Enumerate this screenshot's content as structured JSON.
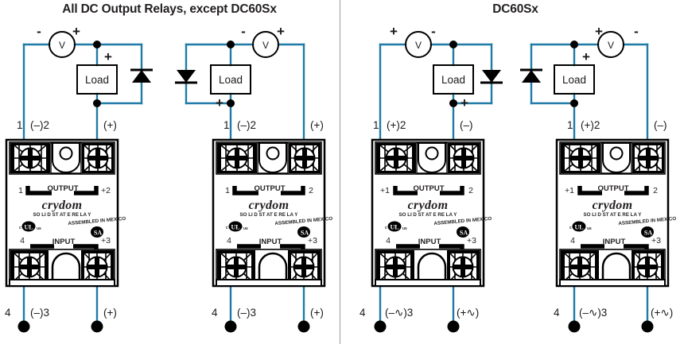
{
  "page": {
    "title_left": "All DC Output Relays, except DC60Sx",
    "title_right": "DC60Sx",
    "wire_color": "#1f7ba6",
    "line_color": "#000000",
    "divider_color": "#9a9a9a"
  },
  "common": {
    "load_label": "Load",
    "meter_label": "V",
    "plus": "+",
    "minus": "-",
    "diode_name": "flyback-diode"
  },
  "relay_face": {
    "output_word": "OUTPUT",
    "input_word": "INPUT",
    "brand": "crydom",
    "tagline": "SO LI D  ST AT E RE  LA Y",
    "ul_mark": "UL",
    "ul_c": "c",
    "ul_us": "us",
    "csa_mark": "SA",
    "csa_c": "C",
    "assembled_mark": "ASSEMBLED IN MEXICO"
  },
  "circuits": [
    {
      "id": "circuit-1",
      "group": "left",
      "meter_left_sign": "-",
      "meter_right_sign": "+",
      "load_sign": "+",
      "load_sign_position": "top",
      "diode_side": "right",
      "diode_orientation": "cathode-up",
      "meter_side": "left",
      "top_terminal_1": "1",
      "top_terminal_2": "(–)2",
      "top_terminal_3": "(+)",
      "bottom_terminal_4": "4",
      "bottom_terminal_3": "(–)3",
      "bottom_terminal_plus": "(+)",
      "face_out_left": "1",
      "face_out_right": "+2",
      "face_in_left": "4",
      "face_in_right": "+3"
    },
    {
      "id": "circuit-2",
      "group": "left",
      "meter_left_sign": "-",
      "meter_right_sign": "+",
      "load_sign": "+",
      "load_sign_position": "bottom",
      "diode_side": "left",
      "diode_orientation": "cathode-down",
      "meter_side": "right",
      "top_terminal_1": "1",
      "top_terminal_2": "(–)2",
      "top_terminal_3": "(+)",
      "bottom_terminal_4": "4",
      "bottom_terminal_3": "(–)3",
      "bottom_terminal_plus": "(+)",
      "face_out_left": "1",
      "face_out_right": "2",
      "face_in_left": "4",
      "face_in_right": "+3"
    },
    {
      "id": "circuit-3",
      "group": "right",
      "meter_left_sign": "+",
      "meter_right_sign": "-",
      "load_sign": "+",
      "load_sign_position": "bottom",
      "diode_side": "right",
      "diode_orientation": "cathode-down",
      "meter_side": "left",
      "top_terminal_1": "1",
      "top_terminal_2": "(+)2",
      "top_terminal_3": "(–)",
      "bottom_terminal_4": "4",
      "bottom_terminal_3": "(–∿)3",
      "bottom_terminal_plus": "(+∿)",
      "face_out_left": "+1",
      "face_out_right": "2",
      "face_in_left": "4",
      "face_in_right": "+3"
    },
    {
      "id": "circuit-4",
      "group": "right",
      "meter_left_sign": "+",
      "meter_right_sign": "-",
      "load_sign": "+",
      "load_sign_position": "top",
      "diode_side": "left",
      "diode_orientation": "cathode-up",
      "meter_side": "right",
      "top_terminal_1": "1",
      "top_terminal_2": "(+)2",
      "top_terminal_3": "(–)",
      "bottom_terminal_4": "4",
      "bottom_terminal_3": "(–∿)3",
      "bottom_terminal_plus": "(+∿)",
      "face_out_left": "+1",
      "face_out_right": "2",
      "face_in_left": "4",
      "face_in_right": "+3"
    }
  ]
}
